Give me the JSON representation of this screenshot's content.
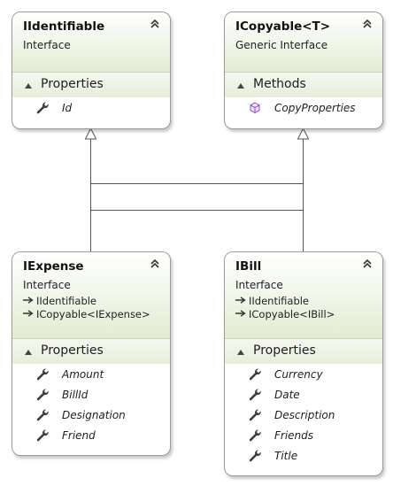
{
  "boxes": {
    "iidentifiable": {
      "name": "IIdentifiable",
      "kind": "Interface",
      "inherits": [],
      "section": "Properties",
      "members": [
        "Id"
      ]
    },
    "icopyable": {
      "name": "ICopyable<T>",
      "kind": "Generic Interface",
      "inherits": [],
      "section": "Methods",
      "members": [
        "CopyProperties"
      ]
    },
    "iexpense": {
      "name": "IExpense",
      "kind": "Interface",
      "inherits": [
        "IIdentifiable",
        "ICopyable<IExpense>"
      ],
      "section": "Properties",
      "members": [
        "Amount",
        "BillId",
        "Designation",
        "Friend"
      ]
    },
    "ibill": {
      "name": "IBill",
      "kind": "Interface",
      "inherits": [
        "IIdentifiable",
        "ICopyable<IBill>"
      ],
      "section": "Properties",
      "members": [
        "Currency",
        "Date",
        "Description",
        "Friends",
        "Title"
      ]
    }
  },
  "icons": {
    "property": "wrench-icon",
    "method": "method-cube-icon",
    "collapse": "double-chevron-up-icon",
    "inherits": "inherit-arrow-icon"
  },
  "colors": {
    "header_gradient_bottom": "#e2ecd3",
    "border": "#9a9a9a",
    "connector": "#555555",
    "method_icon": "#8a4fc0"
  }
}
